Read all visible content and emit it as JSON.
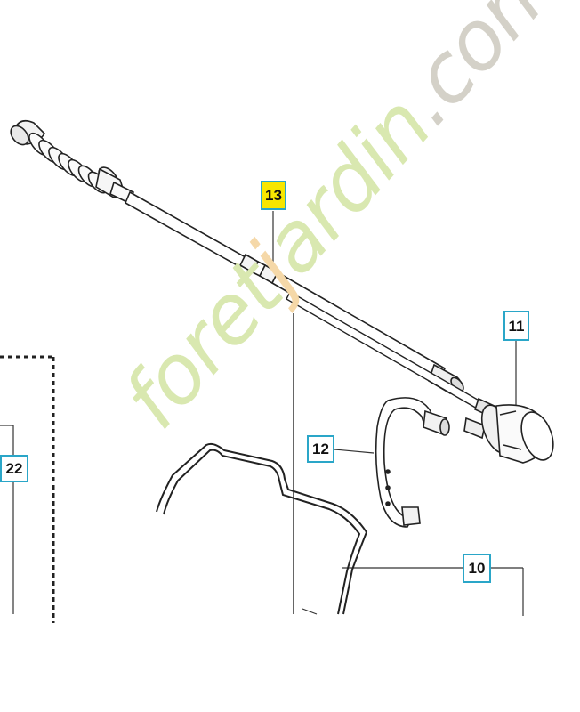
{
  "callouts": {
    "c13": "13",
    "c11": "11",
    "c12": "12",
    "c22": "22",
    "c10": "10"
  },
  "watermark": {
    "part1": "foret",
    "part2": "j",
    "part3": "ardin",
    "part4": ".com"
  },
  "colors": {
    "callout_border": "#2aa6c8",
    "highlight_fill": "#f7e600",
    "line": "#222222"
  }
}
